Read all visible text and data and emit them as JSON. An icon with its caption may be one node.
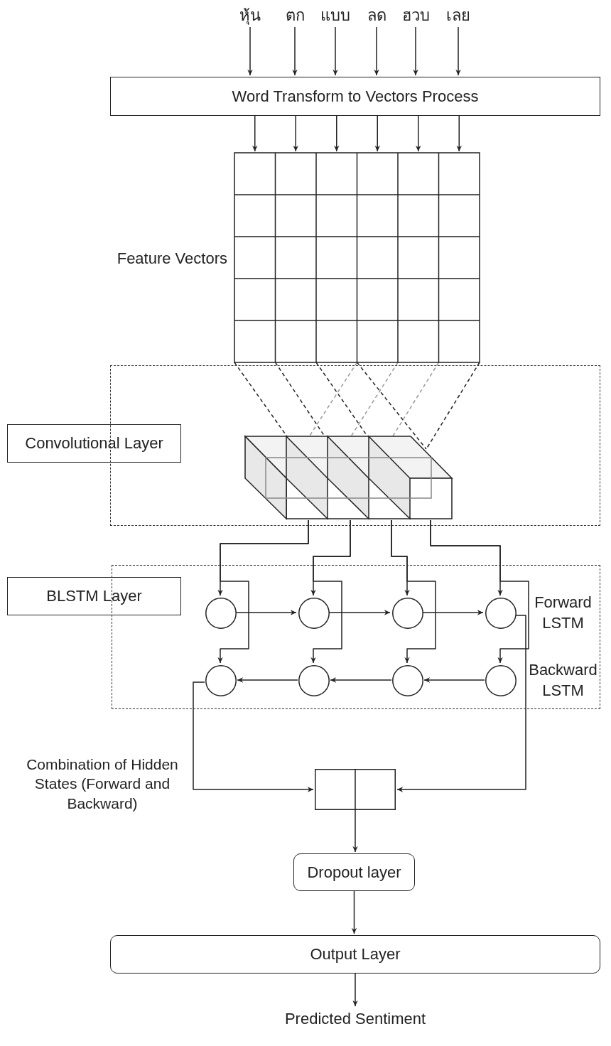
{
  "diagram": {
    "nodes": [
      {
        "text": [
          "หุ้น"
        ]
      },
      {
        "text": [
          "ตก"
        ]
      },
      {
        "text": [
          "แบบ"
        ]
      },
      {
        "text": [
          "ลด"
        ]
      },
      {
        "text": [
          "ฮวบ"
        ]
      },
      {
        "text": [
          "เลย"
        ]
      },
      {
        "text": [
          "Word Transform to Vectors Process"
        ]
      },
      {
        "text": [],
        "shape": "box",
        "beside": [
          "Feature Vectors"
        ]
      },
      {
        "text": [],
        "shape": "box"
      },
      {
        "text": [
          "Convolutional Layer"
        ]
      },
      {
        "text": [],
        "shape": "picture",
        "in": 8
      },
      {
        "text": [],
        "shape": "box"
      },
      {
        "text": [
          "BLSTM Layer"
        ]
      },
      {
        "text": [],
        "shape": "circle",
        "in": 11
      },
      {
        "text": [],
        "shape": "circle",
        "in": 11
      },
      {
        "text": [],
        "shape": "circle",
        "in": 11
      },
      {
        "text": [],
        "shape": "circle",
        "in": 11
      },
      {
        "text": [],
        "shape": "circle",
        "in": 11
      },
      {
        "text": [],
        "shape": "circle",
        "in": 11
      },
      {
        "text": [],
        "shape": "circle",
        "in": 11
      },
      {
        "text": [],
        "shape": "circle",
        "in": 11
      },
      {
        "text": [],
        "shape": "box"
      },
      {
        "text": [
          "Dropout layer"
        ]
      },
      {
        "text": [
          "Output Layer"
        ]
      },
      {
        "text": [
          "Predicted Sentiment"
        ]
      }
    ],
    "edges": [
      {
        "from": 0,
        "to": 6,
        "arrow": "to"
      },
      {
        "from": 1,
        "to": 6,
        "arrow": "to"
      },
      {
        "from": 2,
        "to": 6,
        "arrow": "to"
      },
      {
        "from": 3,
        "to": 6,
        "arrow": "to"
      },
      {
        "from": 4,
        "to": 6,
        "arrow": "to"
      },
      {
        "from": 5,
        "to": 6,
        "arrow": "to"
      },
      {
        "from": 6,
        "to": 7,
        "arrow": "to"
      },
      {
        "from": 6,
        "to": 7,
        "arrow": "to"
      },
      {
        "from": 6,
        "to": 7,
        "arrow": "to"
      },
      {
        "from": 6,
        "to": 7,
        "arrow": "to"
      },
      {
        "from": 6,
        "to": 7,
        "arrow": "to"
      },
      {
        "from": 6,
        "to": 7,
        "arrow": "to"
      },
      {
        "from": 7,
        "to": 10,
        "arrow": "none",
        "style": "dashed"
      },
      {
        "from": 7,
        "to": 10,
        "arrow": "none",
        "style": "dashed"
      },
      {
        "from": 7,
        "to": 10,
        "arrow": "none",
        "style": "dashed"
      },
      {
        "from": 7,
        "to": 10,
        "arrow": "none",
        "style": "dashed",
        "color": "#999999"
      },
      {
        "from": 7,
        "to": 10,
        "arrow": "none",
        "style": "dashed"
      },
      {
        "from": 7,
        "to": 10,
        "arrow": "none",
        "style": "dashed",
        "color": "#999999"
      },
      {
        "from": 7,
        "to": 10,
        "arrow": "none",
        "style": "dashed",
        "color": "#999999"
      },
      {
        "from": 7,
        "to": 10,
        "arrow": "none",
        "style": "dashed"
      },
      {
        "from": 10,
        "to": 13,
        "arrow": "to"
      },
      {
        "from": 10,
        "to": 17,
        "arrow": "to"
      },
      {
        "from": 10,
        "to": 14,
        "arrow": "to"
      },
      {
        "from": 10,
        "to": 18,
        "arrow": "to"
      },
      {
        "from": 10,
        "to": 15,
        "arrow": "to"
      },
      {
        "from": 10,
        "to": 19,
        "arrow": "to"
      },
      {
        "from": 10,
        "to": 16,
        "arrow": "to"
      },
      {
        "from": 10,
        "to": 20,
        "arrow": "to"
      },
      {
        "from": 13,
        "to": 14,
        "arrow": "to"
      },
      {
        "from": 14,
        "to": 15,
        "arrow": "to"
      },
      {
        "from": 15,
        "to": 16,
        "arrow": "to"
      },
      {
        "from": 20,
        "to": 19,
        "arrow": "to"
      },
      {
        "from": 19,
        "to": 18,
        "arrow": "to"
      },
      {
        "from": 18,
        "to": 17,
        "arrow": "to"
      },
      {
        "from": 16,
        "to": 21,
        "arrow": "to"
      },
      {
        "from": 17,
        "to": 21,
        "arrow": "to"
      },
      {
        "from": 21,
        "to": 22,
        "arrow": "to"
      },
      {
        "from": 22,
        "to": 23,
        "arrow": "to"
      },
      {
        "from": 23,
        "to": 24,
        "arrow": "to"
      }
    ],
    "labels": [
      "Forward LSTM",
      "Backward LSTM",
      "Combination of Hidden States (Forward and Backward)"
    ]
  }
}
